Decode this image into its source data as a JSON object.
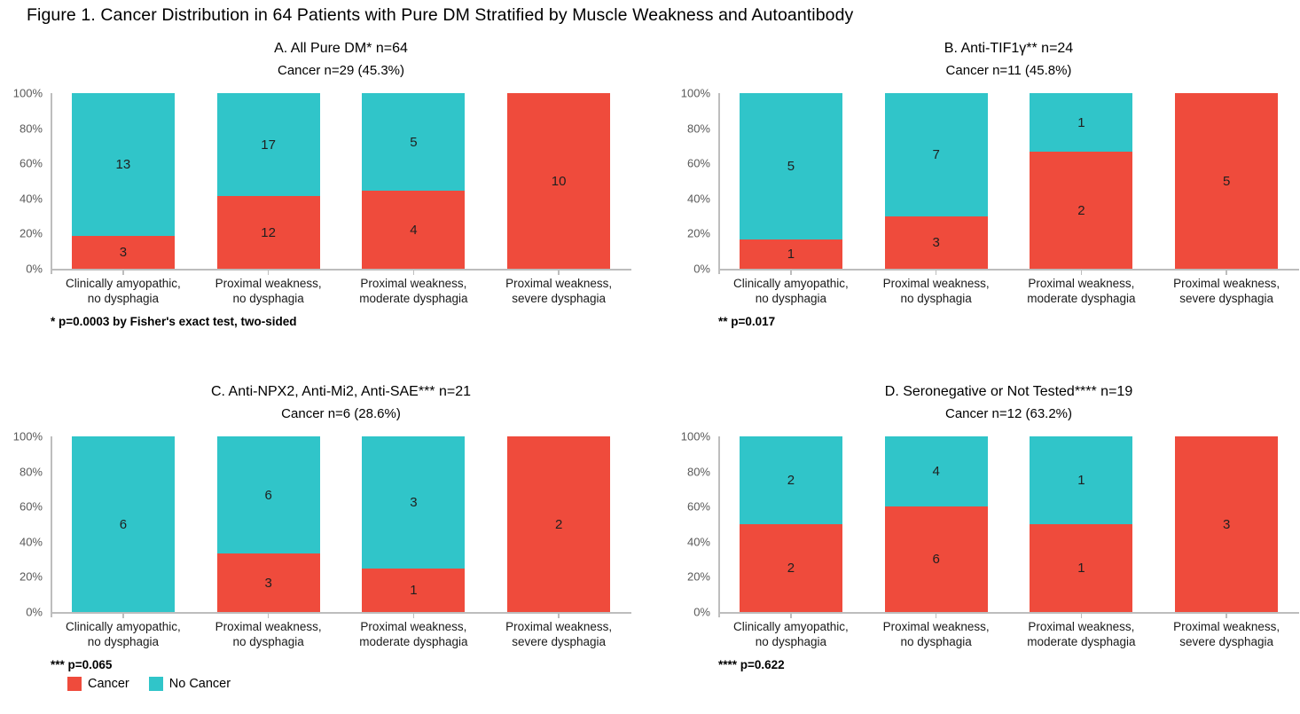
{
  "figure": {
    "title": "Figure 1. Cancer Distribution in 64 Patients with Pure DM Stratified by Muscle Weakness and Autoantibody"
  },
  "colors": {
    "cancer": "#EF4B3C",
    "no_cancer": "#30C5C9",
    "axis_text": "#595959",
    "value_text": "#1F1F1F",
    "axis_line": "#BDBDBD"
  },
  "y_axis": {
    "ticks": [
      "0%",
      "20%",
      "40%",
      "60%",
      "80%",
      "100%"
    ]
  },
  "legend": {
    "position": "bottom-left",
    "items": [
      {
        "label": "Cancer",
        "color_key": "cancer"
      },
      {
        "label": "No Cancer",
        "color_key": "no_cancer"
      }
    ]
  },
  "chart_data": [
    {
      "type": "bar",
      "stacked": true,
      "percent_scale": true,
      "panel": "A",
      "title": "A. All Pure DM* n=64",
      "subtitle": "Cancer n=29 (45.3%)",
      "footnote": "* p=0.0003 by Fisher's exact test, two-sided",
      "categories": [
        "Clinically amyopathic, no dysphagia",
        "Proximal weakness, no dysphagia",
        "Proximal weakness, moderate dysphagia",
        "Proximal weakness, severe dysphagia"
      ],
      "series": [
        {
          "name": "Cancer",
          "values": [
            3,
            12,
            4,
            10
          ]
        },
        {
          "name": "No Cancer",
          "values": [
            13,
            17,
            5,
            0
          ]
        }
      ],
      "ylim": [
        0,
        100
      ],
      "grid": false
    },
    {
      "type": "bar",
      "stacked": true,
      "percent_scale": true,
      "panel": "B",
      "title": "B. Anti-TIF1γ** n=24",
      "subtitle": "Cancer n=11 (45.8%)",
      "footnote": "** p=0.017",
      "categories": [
        "Clinically amyopathic, no dysphagia",
        "Proximal weakness, no dysphagia",
        "Proximal weakness, moderate dysphagia",
        "Proximal weakness, severe dysphagia"
      ],
      "series": [
        {
          "name": "Cancer",
          "values": [
            1,
            3,
            2,
            5
          ]
        },
        {
          "name": "No Cancer",
          "values": [
            5,
            7,
            1,
            0
          ]
        }
      ],
      "ylim": [
        0,
        100
      ],
      "grid": false
    },
    {
      "type": "bar",
      "stacked": true,
      "percent_scale": true,
      "panel": "C",
      "title": "C. Anti-NPX2, Anti-Mi2, Anti-SAE*** n=21",
      "subtitle": "Cancer n=6 (28.6%)",
      "footnote": "*** p=0.065",
      "categories": [
        "Clinically amyopathic, no dysphagia",
        "Proximal weakness, no dysphagia",
        "Proximal weakness, moderate dysphagia",
        "Proximal weakness, severe dysphagia"
      ],
      "series": [
        {
          "name": "Cancer",
          "values": [
            0,
            3,
            1,
            2
          ]
        },
        {
          "name": "No Cancer",
          "values": [
            6,
            6,
            3,
            0
          ]
        }
      ],
      "ylim": [
        0,
        100
      ],
      "grid": false
    },
    {
      "type": "bar",
      "stacked": true,
      "percent_scale": true,
      "panel": "D",
      "title": "D. Seronegative or Not Tested**** n=19",
      "subtitle": "Cancer n=12 (63.2%)",
      "footnote": "**** p=0.622",
      "categories": [
        "Clinically amyopathic, no dysphagia",
        "Proximal weakness, no dysphagia",
        "Proximal weakness, moderate dysphagia",
        "Proximal weakness, severe dysphagia"
      ],
      "series": [
        {
          "name": "Cancer",
          "values": [
            2,
            6,
            1,
            3
          ]
        },
        {
          "name": "No Cancer",
          "values": [
            2,
            4,
            1,
            0
          ]
        }
      ],
      "ylim": [
        0,
        100
      ],
      "grid": false
    }
  ]
}
